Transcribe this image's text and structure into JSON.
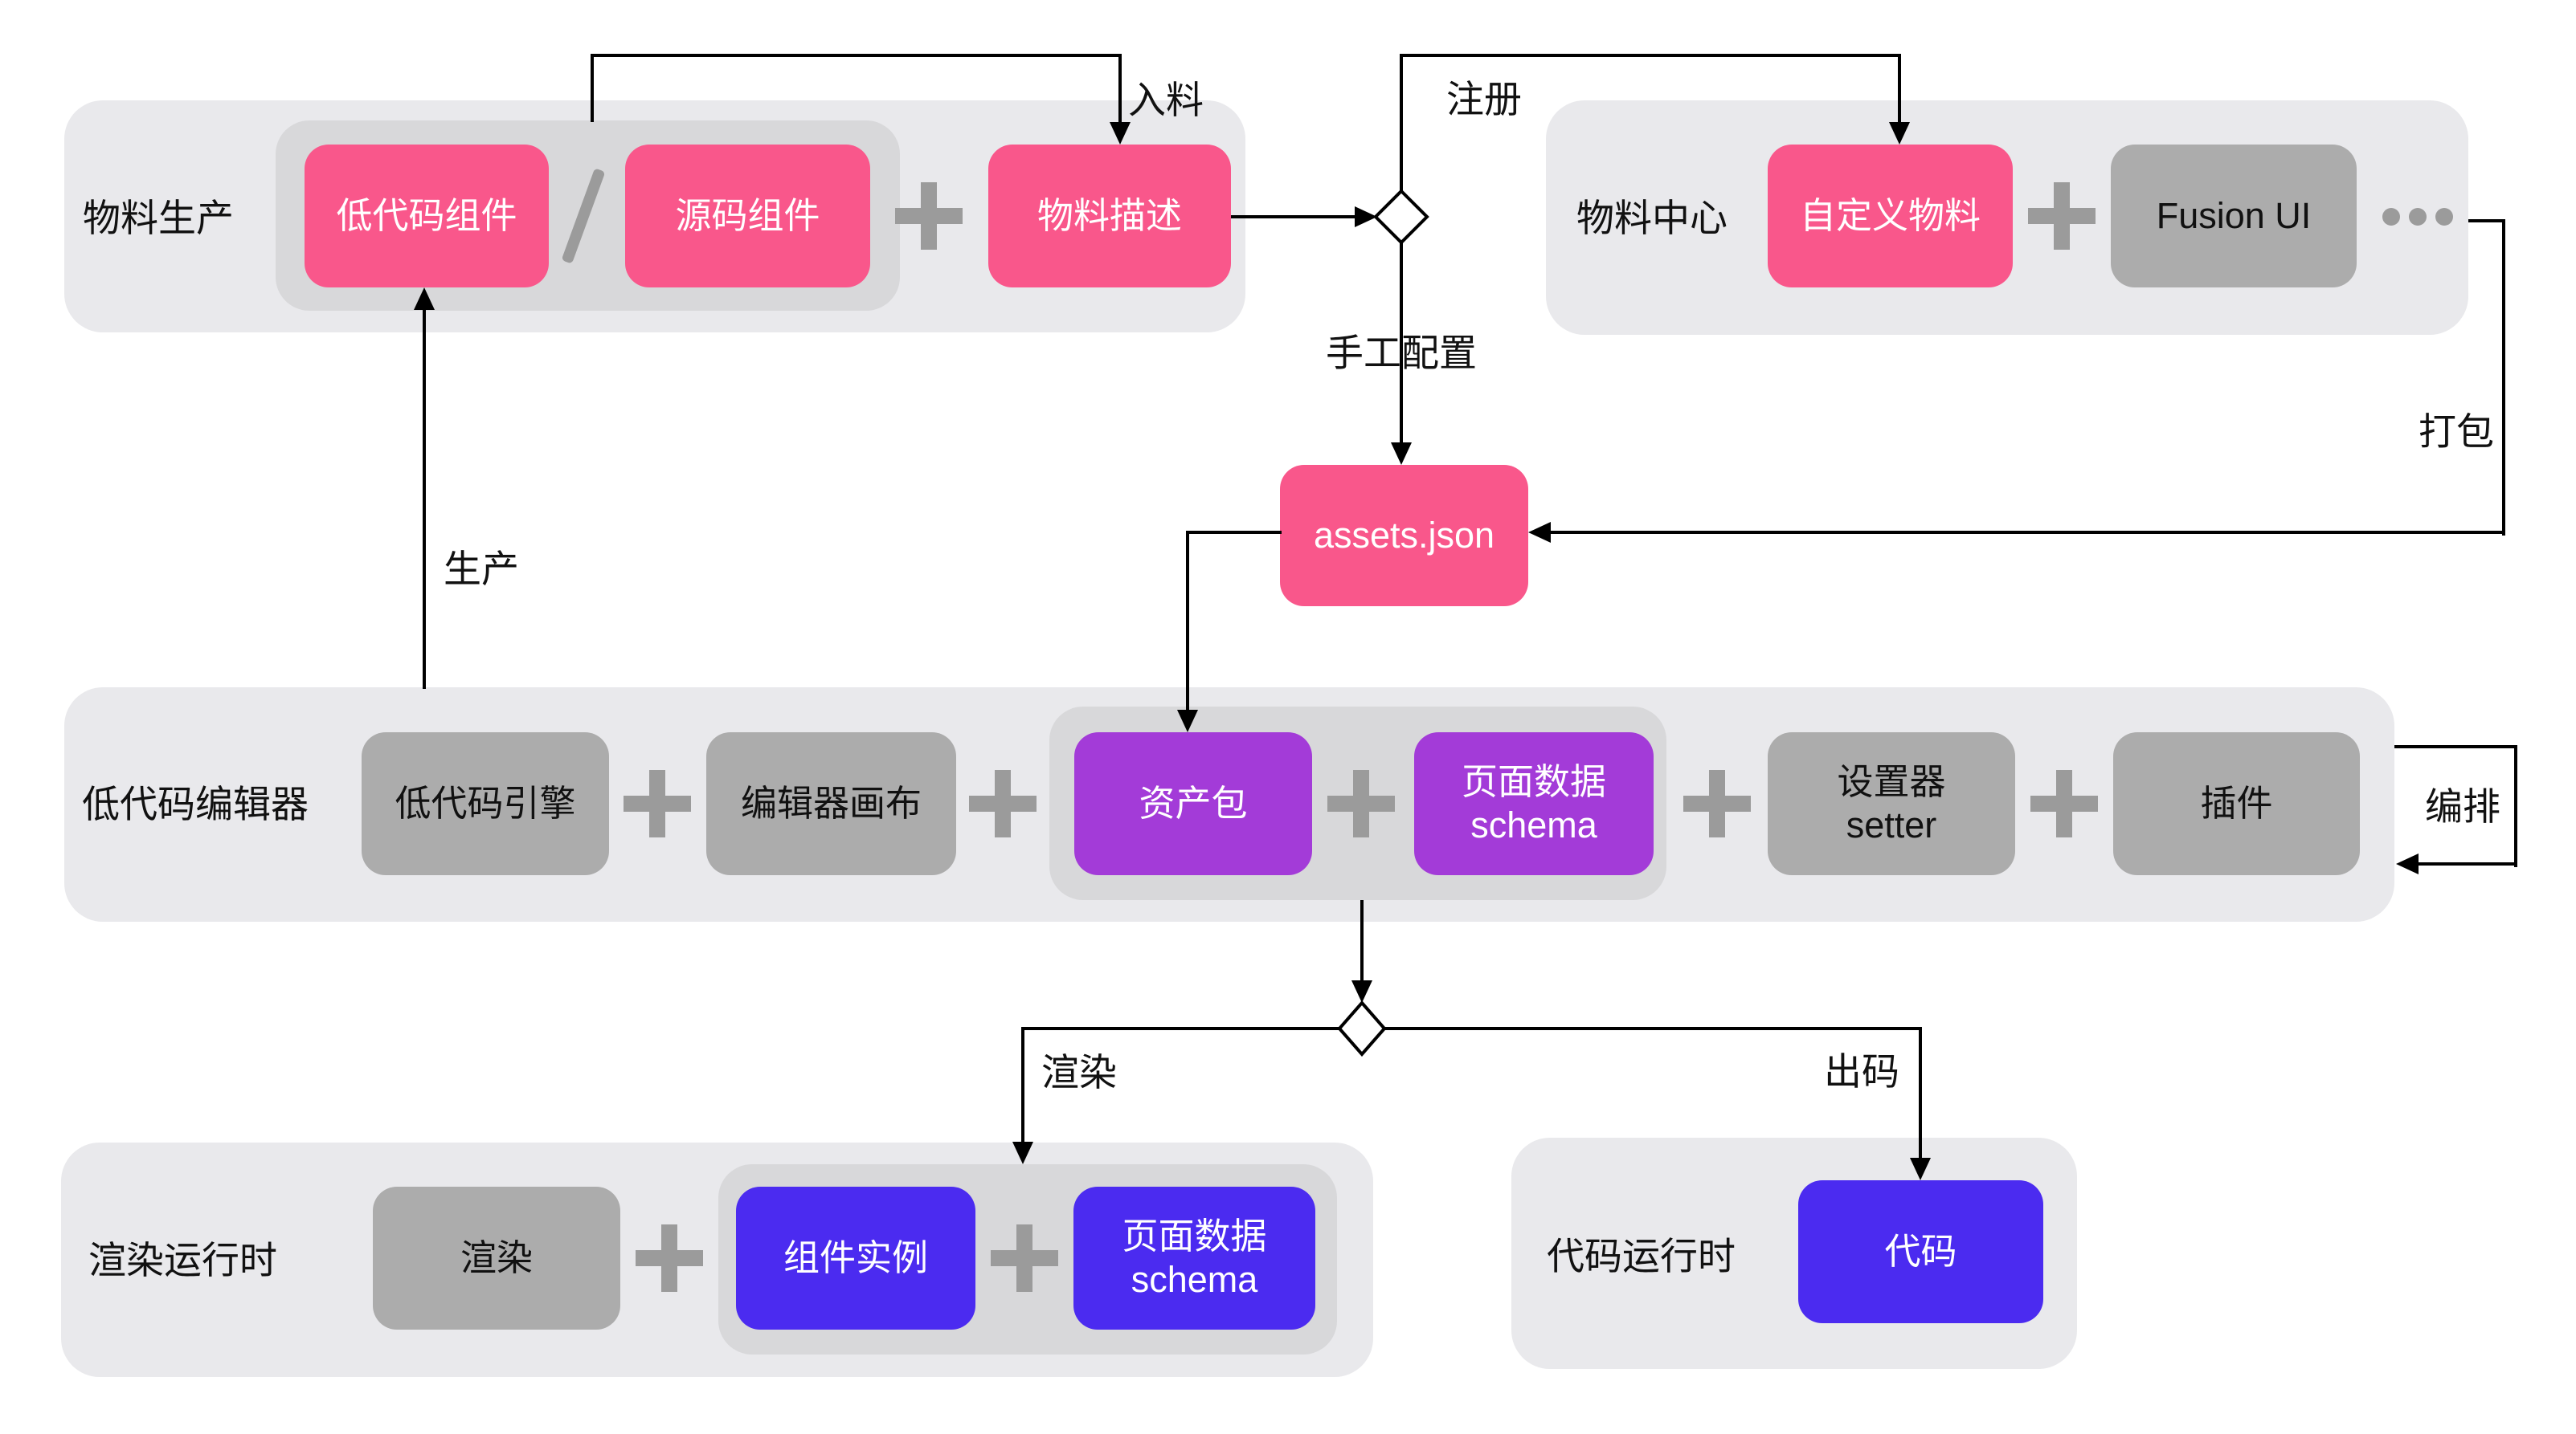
{
  "colors": {
    "pink": "#F9578B",
    "purple": "#A33BD8",
    "blue": "#4B2BF0",
    "gray-box": "#ACACAC",
    "container": "#E9E9EC",
    "inner": "#D8D8DA",
    "symbol-gray": "#9B9B9B",
    "line": "#000000",
    "text-dark": "#111111",
    "text-light": "#FFFFFF"
  },
  "sections": {
    "material_production": {
      "label": "物料生产"
    },
    "material_center": {
      "label": "物料中心"
    },
    "lowcode_editor": {
      "label": "低代码编辑器"
    },
    "render_runtime": {
      "label": "渲染运行时"
    },
    "code_runtime": {
      "label": "代码运行时"
    }
  },
  "nodes": {
    "lowcode_component": "低代码组件",
    "source_component": "源码组件",
    "material_description": "物料描述",
    "custom_material": "自定义物料",
    "fusion_ui": "Fusion UI",
    "assets_json": "assets.json",
    "lowcode_engine": "低代码引擎",
    "editor_canvas": "编辑器画布",
    "asset_package": "资产包",
    "page_schema": {
      "line1": "页面数据",
      "line2": "schema"
    },
    "setter": {
      "line1": "设置器",
      "line2": "setter"
    },
    "plugin": "插件",
    "render": "渲染",
    "component_instance": "组件实例",
    "page_schema_runtime": {
      "line1": "页面数据",
      "line2": "schema"
    },
    "code": "代码"
  },
  "edge_labels": {
    "ingest": "入料",
    "register": "注册",
    "manual_config": "手工配置",
    "package": "打包",
    "produce": "生产",
    "orchestrate": "编排",
    "render": "渲染",
    "codegen": "出码"
  },
  "symbols": {
    "or_slash": "/",
    "plus": "+",
    "ellipsis": "•••"
  }
}
